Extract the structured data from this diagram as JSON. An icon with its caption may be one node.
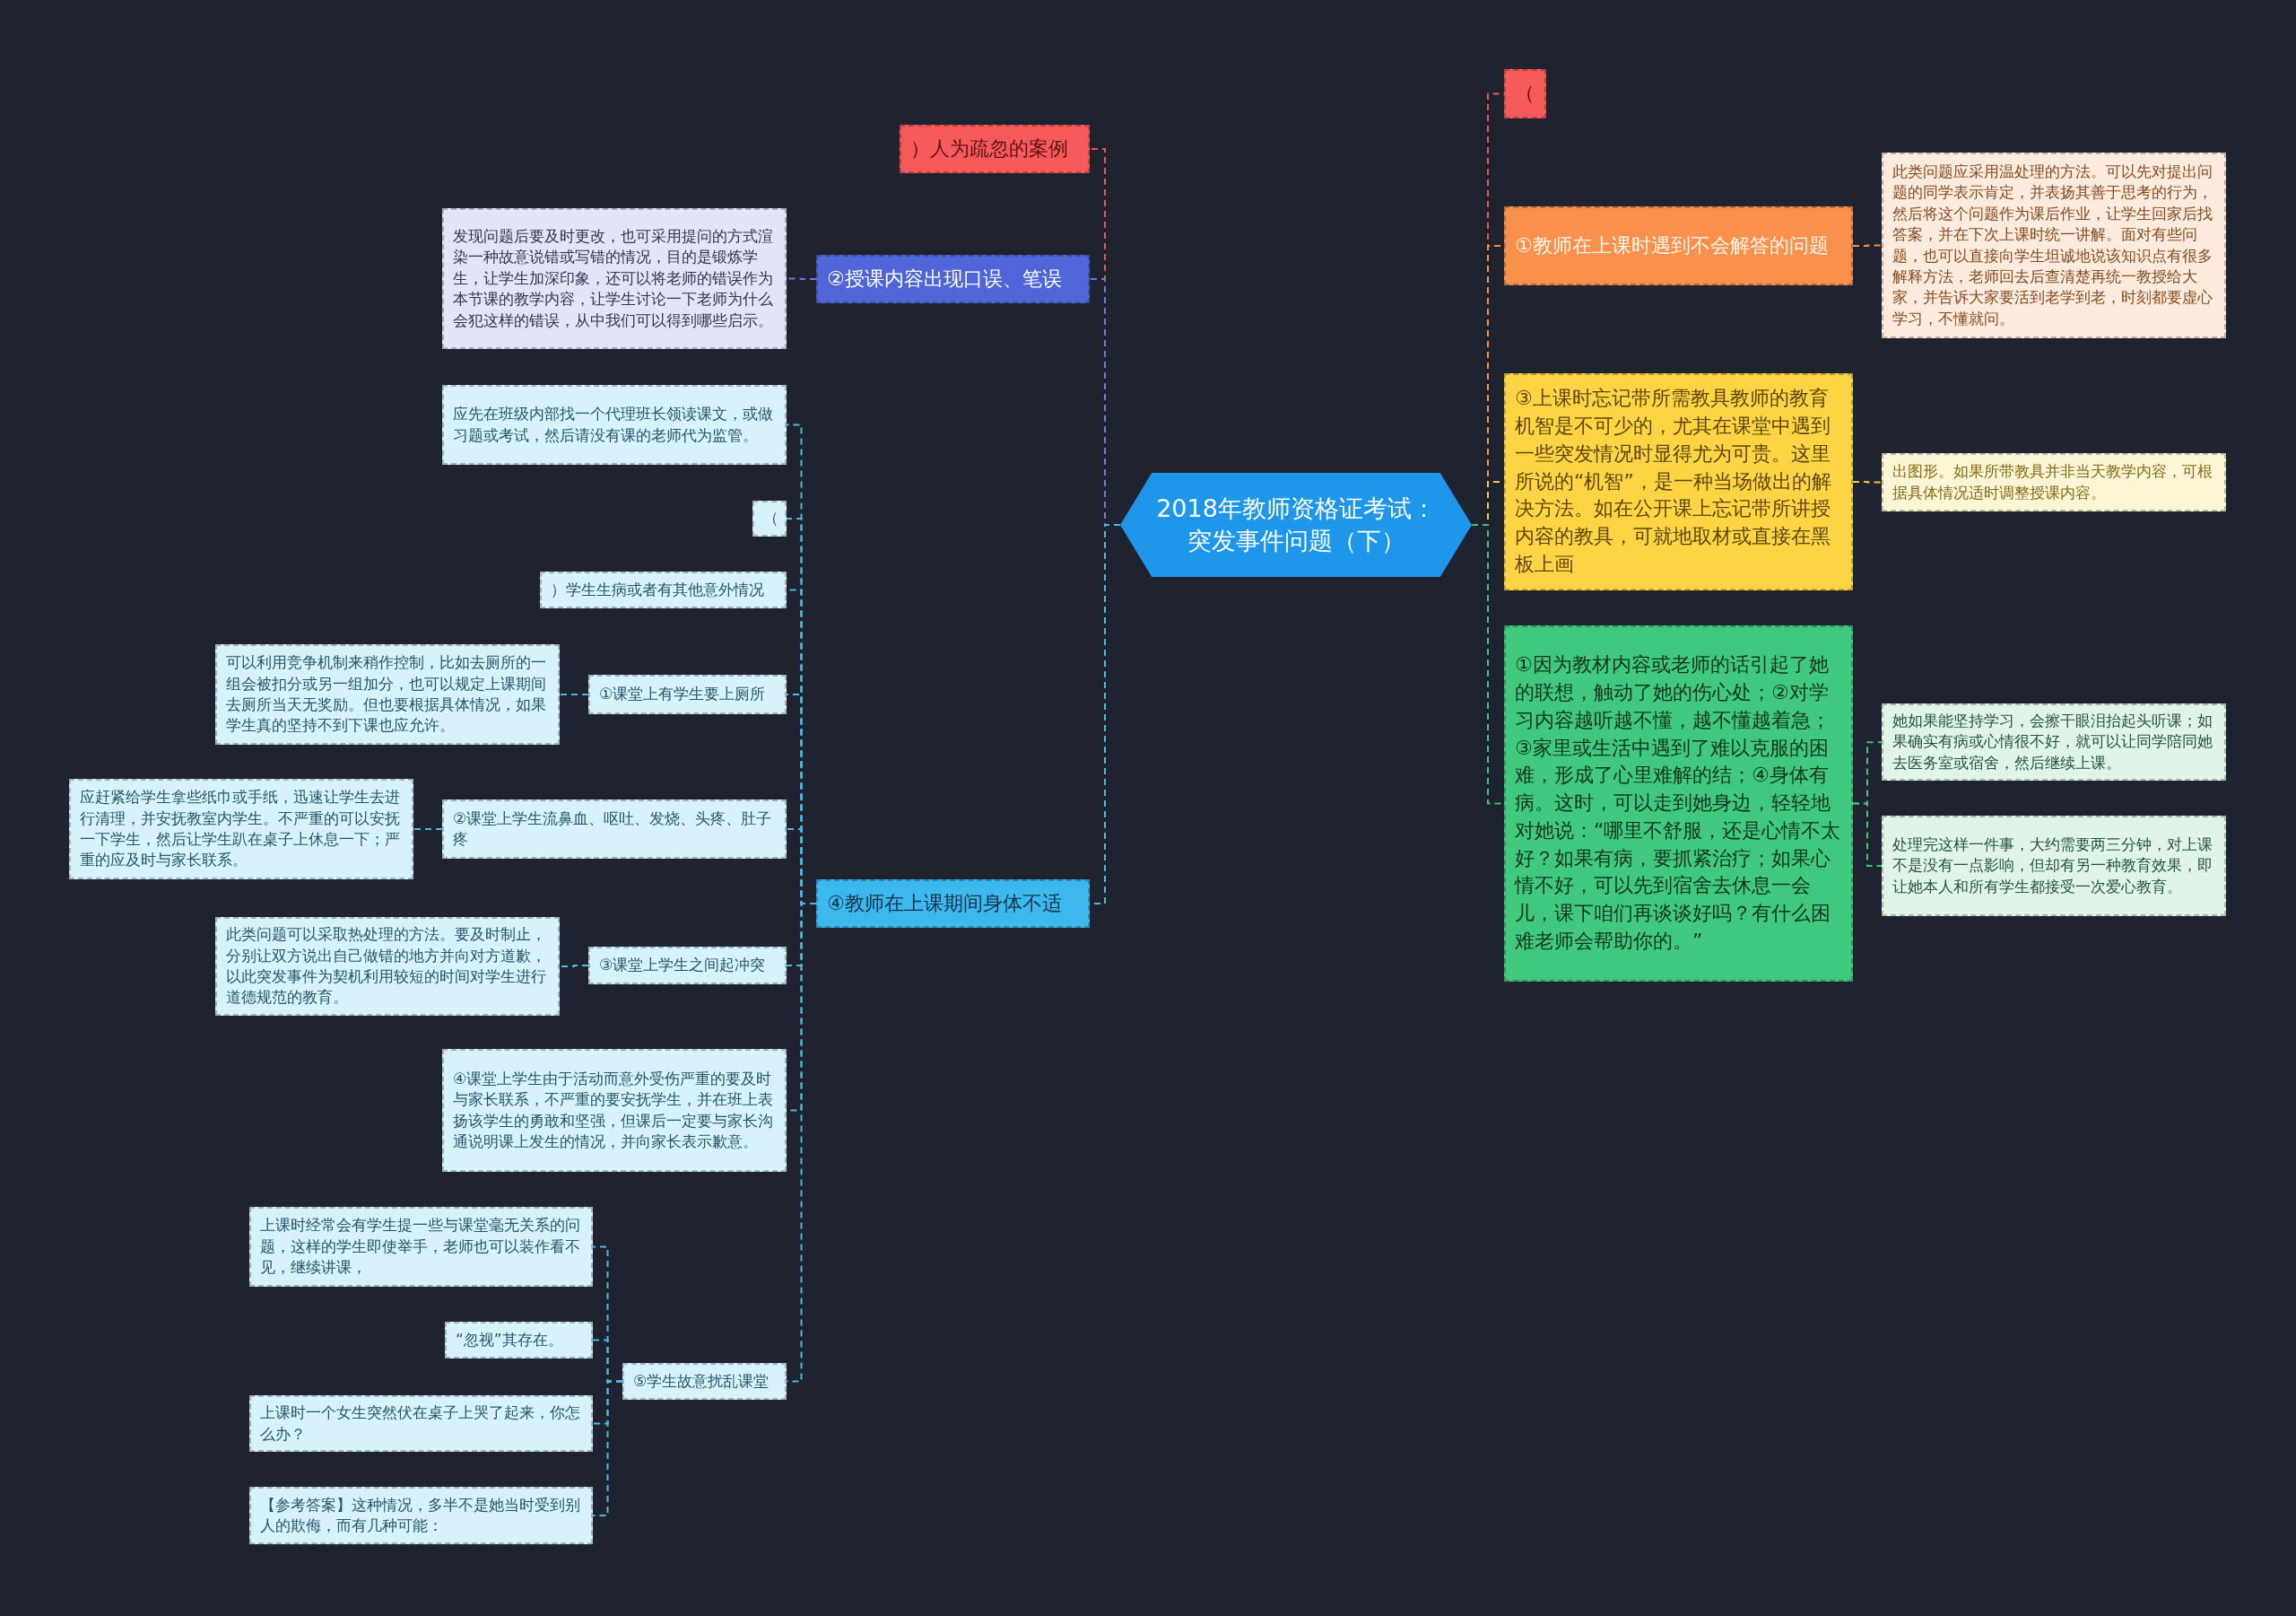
{
  "diagram": {
    "nodes": [
      {
        "text": [
          "2018年教师资格证考试：突发事件问题（下）"
        ]
      },
      {
        "text": [
          "）人为疏忽的案例"
        ]
      },
      {
        "text": [
          "②授课内容出现口误、笔误"
        ]
      },
      {
        "text": [
          "发现问题后要及时更改，也可采用提问的方式渲染一种故意说错或写错的情况，目的是锻炼学生，让学生加深印象，还可以将老师的错误作为本节课的教学内容，让学生讨论一下老师为什么会犯这样的错误，从中我们可以得到哪些启示。"
        ]
      },
      {
        "text": [
          "④教师在上课期间身体不适"
        ]
      },
      {
        "text": [
          "应先在班级内部找一个代理班长领读课文，或做习题或考试，然后请没有课的老师代为监管。"
        ]
      },
      {
        "text": [
          "（"
        ]
      },
      {
        "text": [
          "）学生生病或者有其他意外情况"
        ]
      },
      {
        "text": [
          "①课堂上有学生要上厕所"
        ]
      },
      {
        "text": [
          "可以利用竞争机制来稍作控制，比如去厕所的一组会被扣分或另一组加分，也可以规定上课期间去厕所当天无奖励。但也要根据具体情况，如果学生真的坚持不到下课也应允许。"
        ]
      },
      {
        "text": [
          "②课堂上学生流鼻血、呕吐、发烧、头疼、肚子疼"
        ]
      },
      {
        "text": [
          "应赶紧给学生拿些纸巾或手纸，迅速让学生去进行清理，并安抚教室内学生。不严重的可以安抚一下学生，然后让学生趴在桌子上休息一下；严重的应及时与家长联系。"
        ]
      },
      {
        "text": [
          "③课堂上学生之间起冲突"
        ]
      },
      {
        "text": [
          "此类问题可以采取热处理的方法。要及时制止，分别让双方说出自己做错的地方并向对方道歉，以此突发事件为契机利用较短的时间对学生进行道德规范的教育。"
        ]
      },
      {
        "text": [
          "④课堂上学生由于活动而意外受伤严重的要及时与家长联系，不严重的要安抚学生，并在班上表扬该学生的勇敢和坚强，但课后一定要与家长沟通说明课上发生的情况，并向家长表示歉意。"
        ]
      },
      {
        "text": [
          "⑤学生故意扰乱课堂"
        ]
      },
      {
        "text": [
          "上课时经常会有学生提一些与课堂毫无关系的问题，这样的学生即使举手，老师也可以装作看不见，继续讲课，"
        ]
      },
      {
        "text": [
          "“忽视”其存在。"
        ]
      },
      {
        "text": [
          "上课时一个女生突然伏在桌子上哭了起来，你怎么办？"
        ]
      },
      {
        "text": [
          "【参考答案】这种情况，多半不是她当时受到别人的欺侮，而有几种可能："
        ]
      },
      {
        "text": [
          "（"
        ]
      },
      {
        "text": [
          "①教师在上课时遇到不会解答的问题"
        ]
      },
      {
        "text": [
          "此类问题应采用温处理的方法。可以先对提出问题的同学表示肯定，并表扬其善于思考的行为，然后将这个问题作为课后作业，让学生回家后找答案，并在下次上课时统一讲解。面对有些问题，也可以直接向学生坦诚地说该知识点有很多解释方法，老师回去后查清楚再统一教授给大家，并告诉大家要活到老学到老，时刻都要虚心学习，不懂就问。"
        ]
      },
      {
        "text": [
          "③上课时忘记带所需教具教师的教育机智是不可少的，尤其在课堂中遇到一些突发情况时显得尤为可贵。这里所说的“机智”，是一种当场做出的解决方法。如在公开课上忘记带所讲授内容的教具，可就地取材或直接在黑板上画"
        ]
      },
      {
        "text": [
          "出图形。如果所带教具并非当天教学内容，可根据具体情况适时调整授课内容。"
        ]
      },
      {
        "text": [
          "①因为教材内容或老师的话引起了她的联想，触动了她的伤心处；②对学习内容越听越不懂，越不懂越着急；③家里或生活中遇到了难以克服的困难，形成了心里难解的结；④身体有病。这时，可以走到她身边，轻轻地对她说：“哪里不舒服，还是心情不太好？如果有病，要抓紧治疗；如果心情不好，可以先到宿舍去休息一会儿，课下咱们再谈谈好吗？有什么困难老师会帮助你的。”"
        ]
      },
      {
        "text": [
          "她如果能坚持学习，会擦干眼泪抬起头听课；如果确实有病或心情很不好，就可以让同学陪同她去医务室或宿舍，然后继续上课。"
        ]
      },
      {
        "text": [
          "处理完这样一件事，大约需要两三分钟，对上课不是没有一点影响，但却有另一种教育效果，即让她本人和所有学生都接受一次爱心教育。"
        ]
      }
    ],
    "edges": [
      {
        "from": 0,
        "to": 1,
        "arrow": "none",
        "color": "#f0525a"
      },
      {
        "from": 0,
        "to": 2,
        "arrow": "none",
        "color": "#6a7ce0"
      },
      {
        "from": 2,
        "to": 3,
        "arrow": "none",
        "color": "#6a7ce0"
      },
      {
        "from": 0,
        "to": 4,
        "arrow": "none"
      },
      {
        "from": 4,
        "to": 5,
        "arrow": "none"
      },
      {
        "from": 4,
        "to": 6,
        "arrow": "none"
      },
      {
        "from": 4,
        "to": 7,
        "arrow": "none"
      },
      {
        "from": 4,
        "to": 8,
        "arrow": "none"
      },
      {
        "from": 8,
        "to": 9,
        "arrow": "none"
      },
      {
        "from": 4,
        "to": 10,
        "arrow": "none"
      },
      {
        "from": 10,
        "to": 11,
        "arrow": "none"
      },
      {
        "from": 4,
        "to": 12,
        "arrow": "none"
      },
      {
        "from": 12,
        "to": 13,
        "arrow": "none"
      },
      {
        "from": 4,
        "to": 14,
        "arrow": "none"
      },
      {
        "from": 4,
        "to": 15,
        "arrow": "none"
      },
      {
        "from": 15,
        "to": 16,
        "arrow": "none"
      },
      {
        "from": 15,
        "to": 17,
        "arrow": "none"
      },
      {
        "from": 15,
        "to": 18,
        "arrow": "none"
      },
      {
        "from": 15,
        "to": 19,
        "arrow": "none"
      },
      {
        "from": 0,
        "to": 20,
        "arrow": "none",
        "color": "#f0525a"
      },
      {
        "from": 0,
        "to": 21,
        "arrow": "none",
        "color": "#f7914a"
      },
      {
        "from": 21,
        "to": 22,
        "arrow": "none",
        "color": "#f7914a"
      },
      {
        "from": 0,
        "to": 23,
        "arrow": "none",
        "color": "#f5c842"
      },
      {
        "from": 23,
        "to": 24,
        "arrow": "none",
        "color": "#f5c842"
      },
      {
        "from": 0,
        "to": 25,
        "arrow": "none",
        "color": "#3cc47c"
      },
      {
        "from": 25,
        "to": 26,
        "arrow": "none",
        "color": "#3cc47c"
      },
      {
        "from": 25,
        "to": 27,
        "arrow": "none",
        "color": "#3cc47c"
      }
    ]
  }
}
